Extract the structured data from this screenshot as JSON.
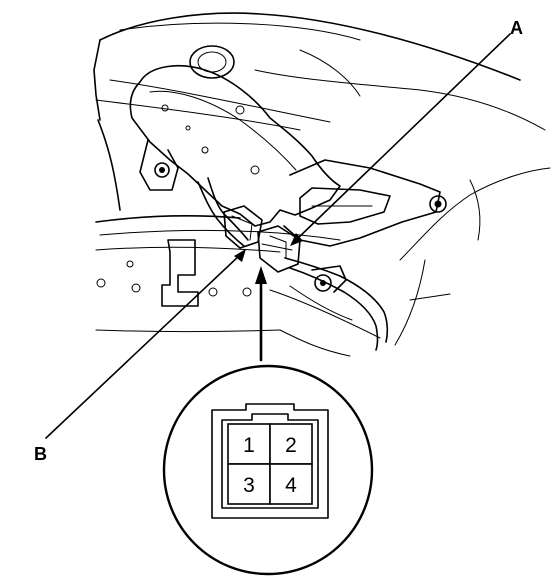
{
  "callouts": {
    "a": "A",
    "b": "B"
  },
  "connector": {
    "pins": [
      "1",
      "2",
      "3",
      "4"
    ]
  }
}
